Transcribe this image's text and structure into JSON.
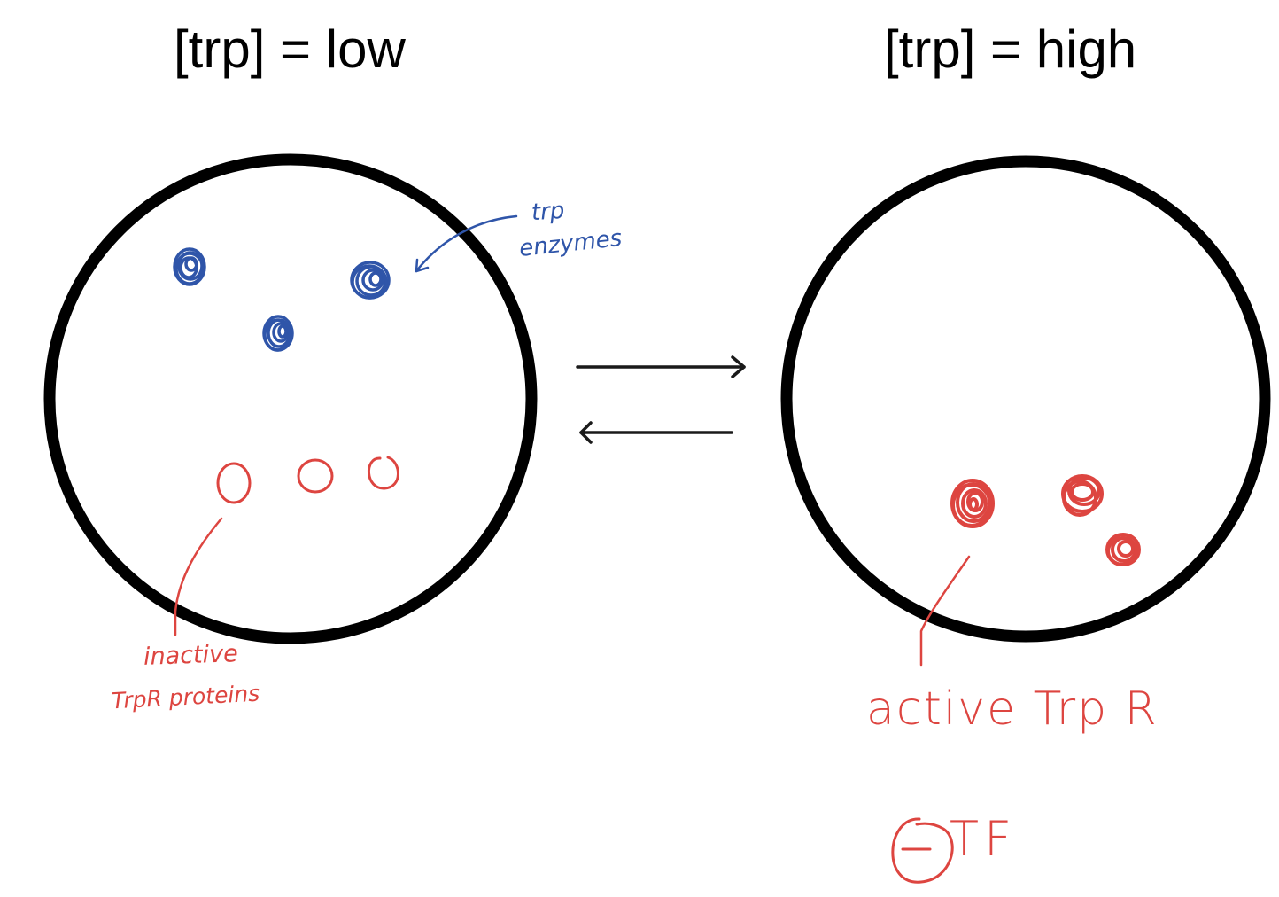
{
  "titles": {
    "low": "[trp] = low",
    "high": "[trp] = high"
  },
  "labels": {
    "trp_enzymes_line1": "trp",
    "trp_enzymes_line2": "enzymes",
    "inactive_line1": "inactive",
    "inactive_line2": "TrpR proteins",
    "active_trpr": "active Trp R",
    "tf_symbol": "−",
    "tf_label": "TF"
  },
  "colors": {
    "cell_outline": "#000000",
    "enzyme_blue": "#2f55a9",
    "repressor_red": "#dd4540"
  },
  "cells": {
    "low": {
      "enzymes": 3,
      "inactive_trpr": 3
    },
    "high": {
      "active_trpr": 3
    }
  },
  "arrows": {
    "forward": "low-to-high",
    "reverse": "high-to-low"
  }
}
